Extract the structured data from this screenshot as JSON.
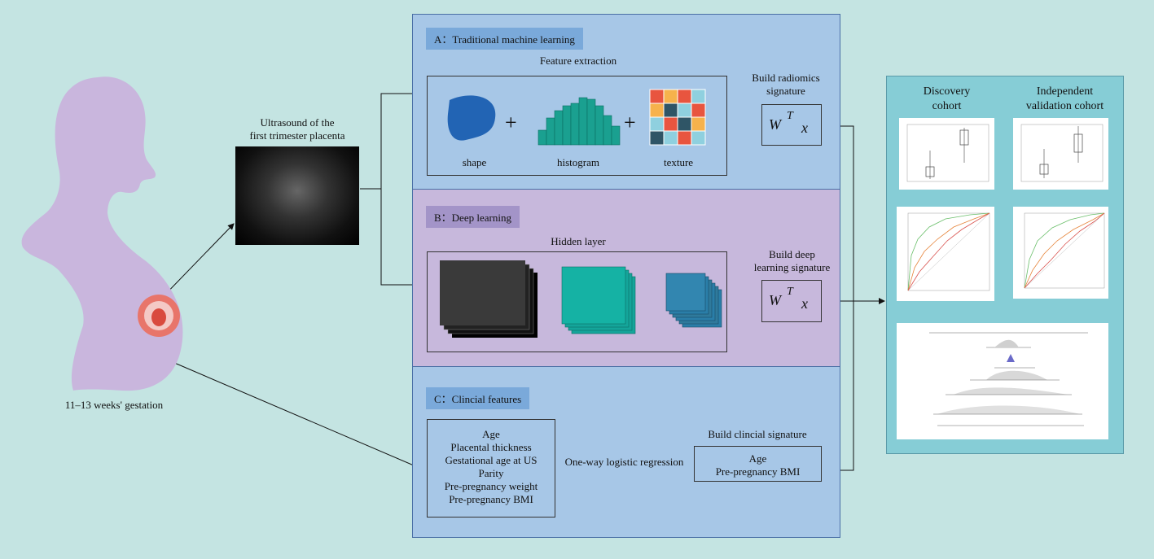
{
  "woman": {
    "label": "11–13 weeks' gestation"
  },
  "ultrasound": {
    "title_line1": "Ultrasound of the",
    "title_line2": "first trimester placenta"
  },
  "panelA": {
    "title": "A：Traditional machine learning",
    "feature_extraction": "Feature extraction",
    "shape": "shape",
    "histogram": "histogram",
    "texture": "texture",
    "signature_line1": "Build radiomics",
    "signature_line2": "signature",
    "formula_w": "W",
    "formula_t": "T",
    "formula_x": "x",
    "plus": "+"
  },
  "panelB": {
    "title": "B：Deep learning",
    "hidden_layer": "Hidden layer",
    "signature_line1": "Build deep",
    "signature_line2": "learning signature",
    "formula_w": "W",
    "formula_t": "T",
    "formula_x": "x"
  },
  "panelC": {
    "title": "C：Clincial features",
    "features": [
      "Age",
      "Placental thickness",
      "Gestational age at US",
      "Parity",
      "Pre-pregnancy weight",
      "Pre-pregnancy BMI"
    ],
    "regression": "One-way logistic regression",
    "signature_title": "Build clincial signature",
    "signature_items": [
      "Age",
      "Pre-pregnancy BMI"
    ]
  },
  "results": {
    "discovery_line1": "Discovery",
    "discovery_line2": "cohort",
    "validation_line1": "Independent",
    "validation_line2": "validation cohort"
  },
  "colors": {
    "background": "#c4e4e2",
    "panel_blue": "#a7c7e7",
    "panel_purple": "#c7b8dc",
    "woman": "#c9b6dd",
    "shape_blue": "#2264b4",
    "histogram": "#1aa090",
    "teal_layer": "#14a59a",
    "blue_layer": "#2a7ea8"
  }
}
